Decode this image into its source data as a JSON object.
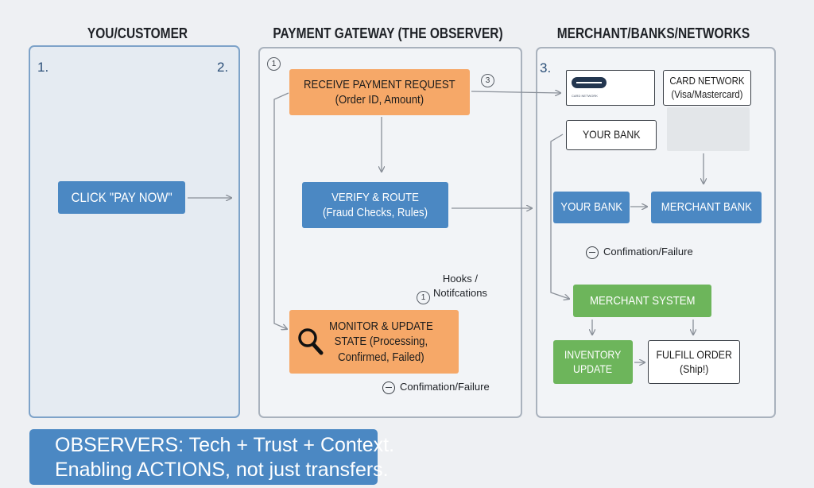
{
  "columns": {
    "customer": {
      "title": "YOU/CUSTOMER",
      "step_left": "1.",
      "step_right": "2."
    },
    "gateway": {
      "title": "PAYMENT GATEWAY (THE OBSERVER)"
    },
    "networks": {
      "title": "MERCHANT/BANKS/NETWORKS",
      "step": "3."
    }
  },
  "customer": {
    "pay_button": "CLICK \"PAY NOW\""
  },
  "gateway": {
    "receive": {
      "line1": "RECEIVE PAYMENT REQUEST",
      "line2": "(Order ID, Amount)"
    },
    "verify": {
      "line1": "VERIFY & ROUTE",
      "line2": "(Fraud Checks, Rules)"
    },
    "monitor": {
      "line1": "MONITOR & UPDATE",
      "line2": "STATE (Processing,",
      "line3": "Confirmed, Failed)"
    },
    "hooks": {
      "line1": "Hooks /",
      "line2": "Notifcations"
    },
    "markers": {
      "m1": "1",
      "m3": "3",
      "m_hooks": "1"
    },
    "status": "Confimation/Failure"
  },
  "networks": {
    "card_logo_text": "CARD NETWORK",
    "card_network": {
      "line1": "CARD NETWORK",
      "line2": "(Visa/Mastercard)"
    },
    "your_bank_top": "YOUR BANK",
    "your_bank": "YOUR BANK",
    "merchant_bank": "MERCHANT BANK",
    "status": "Confimation/Failure",
    "merchant_system": "MERCHANT SYSTEM",
    "inventory": {
      "line1": "INVENTORY",
      "line2": "UPDATE"
    },
    "fulfill": {
      "line1": "FULFILL ORDER",
      "line2": "(Ship!)"
    }
  },
  "banner": {
    "line1": "OBSERVERS: Tech + Trust + Context.",
    "line2": "Enabling ACTIONS, not just transfers."
  },
  "colors": {
    "orange": "#f6a868",
    "blue": "#4b88c3",
    "green": "#6db55b",
    "border": "#a9b2bd",
    "background": "#eef0f3"
  },
  "icons": [
    "search-icon",
    "minus-circle-icon",
    "card-logo-icon"
  ]
}
